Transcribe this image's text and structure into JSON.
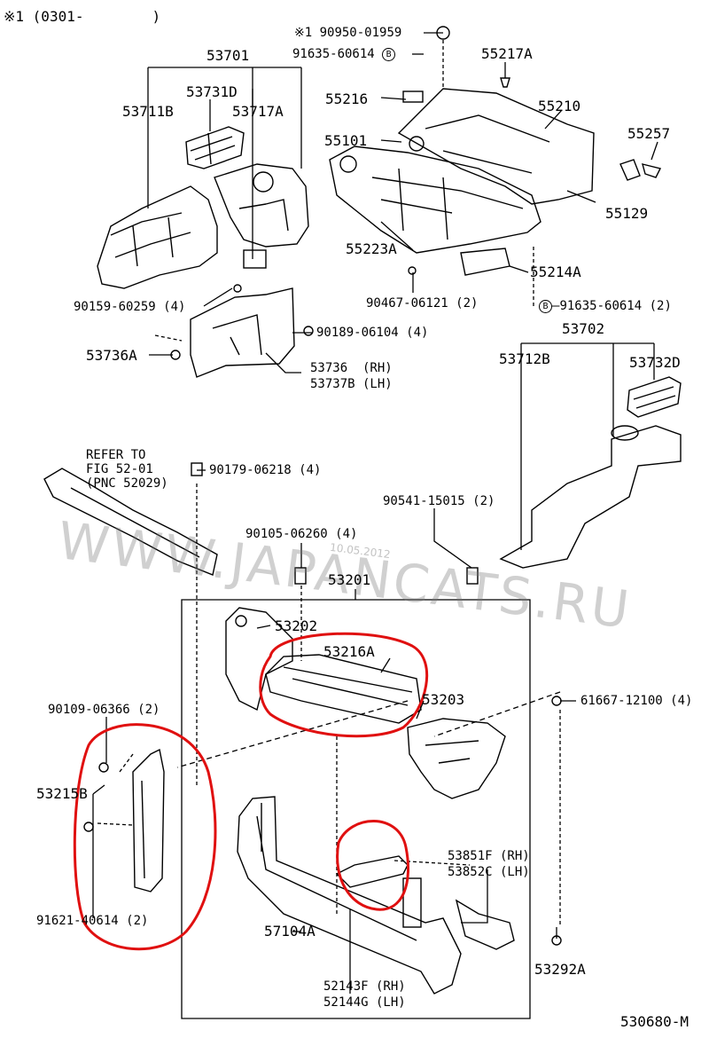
{
  "header": {
    "note": "※1 (0301-        )"
  },
  "callouts": {
    "c190950": "※1 90950-01959",
    "c91635a": "91635-60614",
    "c91635b": "91635-60614 (2)",
    "bmark": "B",
    "c53701": "53701",
    "c53731D": "53731D",
    "c53711B": "53711B",
    "c53717A": "53717A",
    "c55217A": "55217A",
    "c55216": "55216",
    "c55210": "55210",
    "c55257": "55257",
    "c55101": "55101",
    "c55129": "55129",
    "c55223A": "55223A",
    "c55214A": "55214A",
    "c90159": "90159-60259 (4)",
    "c90467": "90467-06121 (2)",
    "c90189": "90189-06104 (4)",
    "c53702": "53702",
    "c53736A": "53736A",
    "c53712B": "53712B",
    "c53732D": "53732D",
    "c53736": "53736  (RH)",
    "c53737B": "53737B (LH)",
    "refer1": "REFER TO",
    "refer2": "FIG 52-01",
    "refer3": "(PNC 52029)",
    "c90179": "90179-06218 (4)",
    "c90541": "90541-15015 (2)",
    "c90105": "90105-06260 (4)",
    "c53201": "53201",
    "c53202": "53202",
    "c53216A": "53216A",
    "c53203": "53203",
    "c61667": "61667-12100 (4)",
    "c90109": "90109-06366 (2)",
    "c53215B": "53215B",
    "c53851F": "53851F (RH)",
    "c53852C": "53852C (LH)",
    "c91621": "91621-40614 (2)",
    "c57104A": "57104A",
    "c53292A": "53292A",
    "c52143F": "52143F (RH)",
    "c52144G": "52144G (LH)",
    "figno": "530680-M"
  },
  "watermark": {
    "text": "WWW.JAPANCATS.RU",
    "date": "10.05.2012"
  },
  "colors": {
    "ink": "#000000",
    "highlight": "#e01010",
    "watermark": "#8c8c8c"
  }
}
